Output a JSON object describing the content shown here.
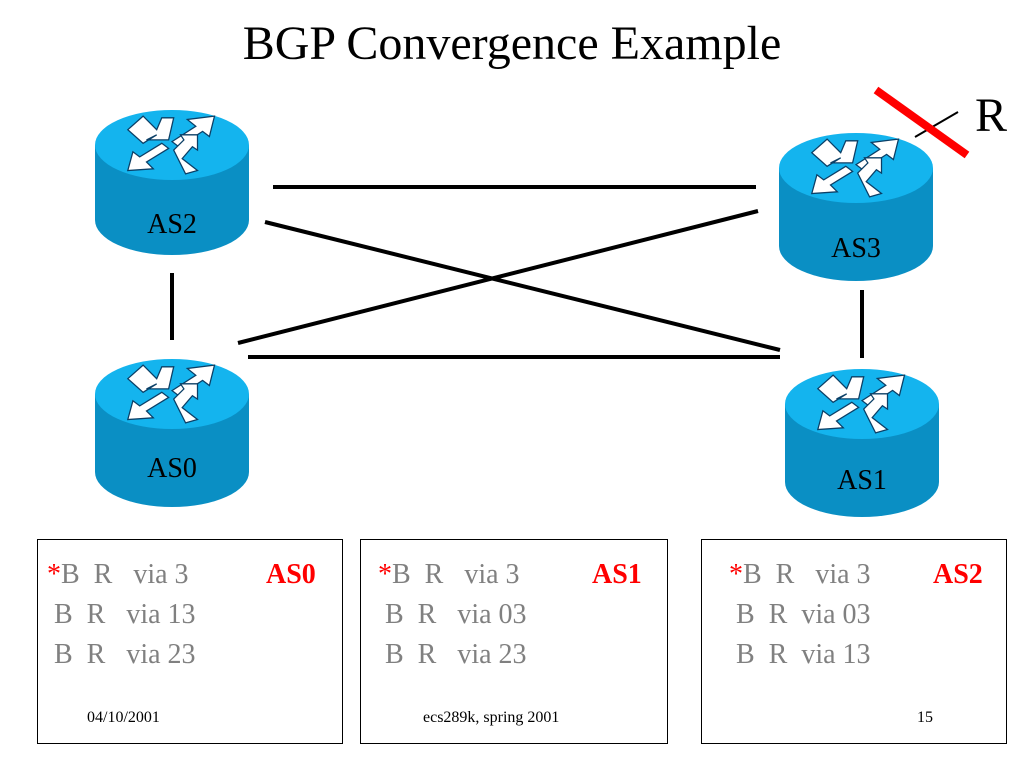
{
  "title": "BGP Convergence Example",
  "withdrawn_prefix_label": "R",
  "routers": [
    {
      "id": "as2",
      "label": "AS2"
    },
    {
      "id": "as3",
      "label": "AS3"
    },
    {
      "id": "as0",
      "label": "AS0"
    },
    {
      "id": "as1",
      "label": "AS1"
    }
  ],
  "links": [
    [
      "AS2",
      "AS3"
    ],
    [
      "AS2",
      "AS1"
    ],
    [
      "AS0",
      "AS3"
    ],
    [
      "AS0",
      "AS1"
    ],
    [
      "AS2",
      "AS0"
    ],
    [
      "AS3",
      "AS1"
    ]
  ],
  "tables": [
    {
      "as": "AS0",
      "best_marker": "*",
      "routes": [
        "B  R   via 3",
        " B  R   via 13",
        " B  R   via 23"
      ]
    },
    {
      "as": "AS1",
      "best_marker": "*",
      "routes": [
        "B  R   via 3",
        " B  R   via 03",
        " B  R   via 23"
      ]
    },
    {
      "as": "AS2",
      "best_marker": "*",
      "routes": [
        "B  R   via 3",
        " B  R  via 03",
        " B  R  via 13"
      ]
    }
  ],
  "footer": {
    "date": "04/10/2001",
    "course": "ecs289k, spring 2001",
    "page": "15"
  },
  "colors": {
    "router_top": "#14b4ee",
    "router_side": "#0a8fc4",
    "failure_mark": "#ff0000",
    "best_route": "#ff0000",
    "route_text": "#808080"
  }
}
